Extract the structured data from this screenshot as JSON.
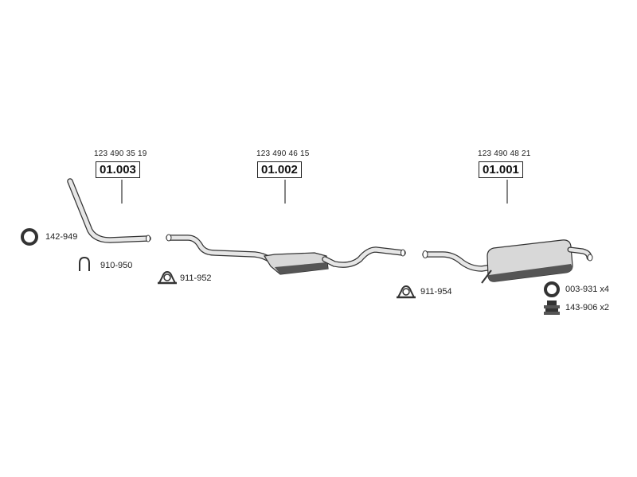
{
  "assemblies": [
    {
      "oem_number": "123 490 35 19",
      "part_number": "01.003"
    },
    {
      "oem_number": "123 490 46 15",
      "part_number": "01.002"
    },
    {
      "oem_number": "123 490 48 21",
      "part_number": "01.001"
    }
  ],
  "accessories": [
    {
      "code": "142-949",
      "icon": "gasket-ring-icon"
    },
    {
      "code": "910-950",
      "icon": "u-bolt-icon"
    },
    {
      "code": "911-952",
      "icon": "pipe-clamp-icon"
    },
    {
      "code": "911-954",
      "icon": "pipe-clamp-icon"
    },
    {
      "code": "003-931 x4",
      "icon": "rubber-ring-icon"
    },
    {
      "code": "143-906 x2",
      "icon": "rubber-mount-icon"
    }
  ],
  "colors": {
    "line": "#333333",
    "part_fill": "#e6e6e6",
    "part_shade": "#555555"
  }
}
